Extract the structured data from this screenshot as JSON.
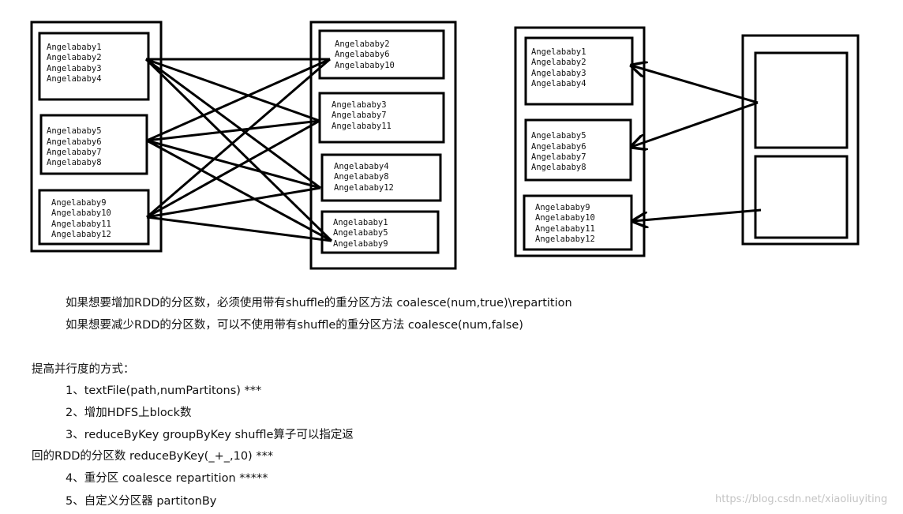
{
  "diagram": {
    "left_group": {
      "partitions": [
        [
          "Angelababy1",
          "Angelababy2",
          "Angelababy3",
          "Angelababy4"
        ],
        [
          "Angelababy5",
          "Angelababy6",
          "Angelababy7",
          "Angelababy8"
        ],
        [
          "Angelababy9",
          "Angelababy10",
          "Angelababy11",
          "Angelababy12"
        ]
      ]
    },
    "middle_group": {
      "partitions": [
        [
          "Angelababy2",
          "Angelababy6",
          "Angelababy10"
        ],
        [
          "Angelababy3",
          "Angelababy7",
          "Angelababy11"
        ],
        [
          "Angelababy4",
          "Angelababy8",
          "Angelababy12"
        ],
        [
          "Angelababy1",
          "Angelababy5",
          "Angelababy9"
        ]
      ]
    },
    "right_group": {
      "partitions": [
        [
          "Angelababy1",
          "Angelababy2",
          "Angelababy3",
          "Angelababy4"
        ],
        [
          "Angelababy5",
          "Angelababy6",
          "Angelababy7",
          "Angelababy8"
        ],
        [
          "Angelababy9",
          "Angelababy10",
          "Angelababy11",
          "Angelababy12"
        ]
      ]
    }
  },
  "notes": {
    "repartition_increase": "如果想要增加RDD的分区数，必须使用带有shuffle的重分区方法 coalesce(num,true)\\repartition",
    "repartition_decrease": "如果想要减少RDD的分区数，可以不使用带有shuffle的重分区方法 coalesce(num,false)",
    "parallelism_heading": "提高并行度的方式：",
    "item_1": "1、textFile(path,numPartitons)   ***",
    "item_2": "2、增加HDFS上block数",
    "item_3a": "3、reduceByKey   groupByKey shuffle算子可以指定返",
    "item_3b": "回的RDD的分区数    reduceByKey(_+_,10) ***",
    "item_4": "4、重分区   coalesce   repartition    *****",
    "item_5": "5、自定义分区器   partitonBy"
  },
  "watermark": "https://blog.csdn.net/xiaoliuyiting"
}
